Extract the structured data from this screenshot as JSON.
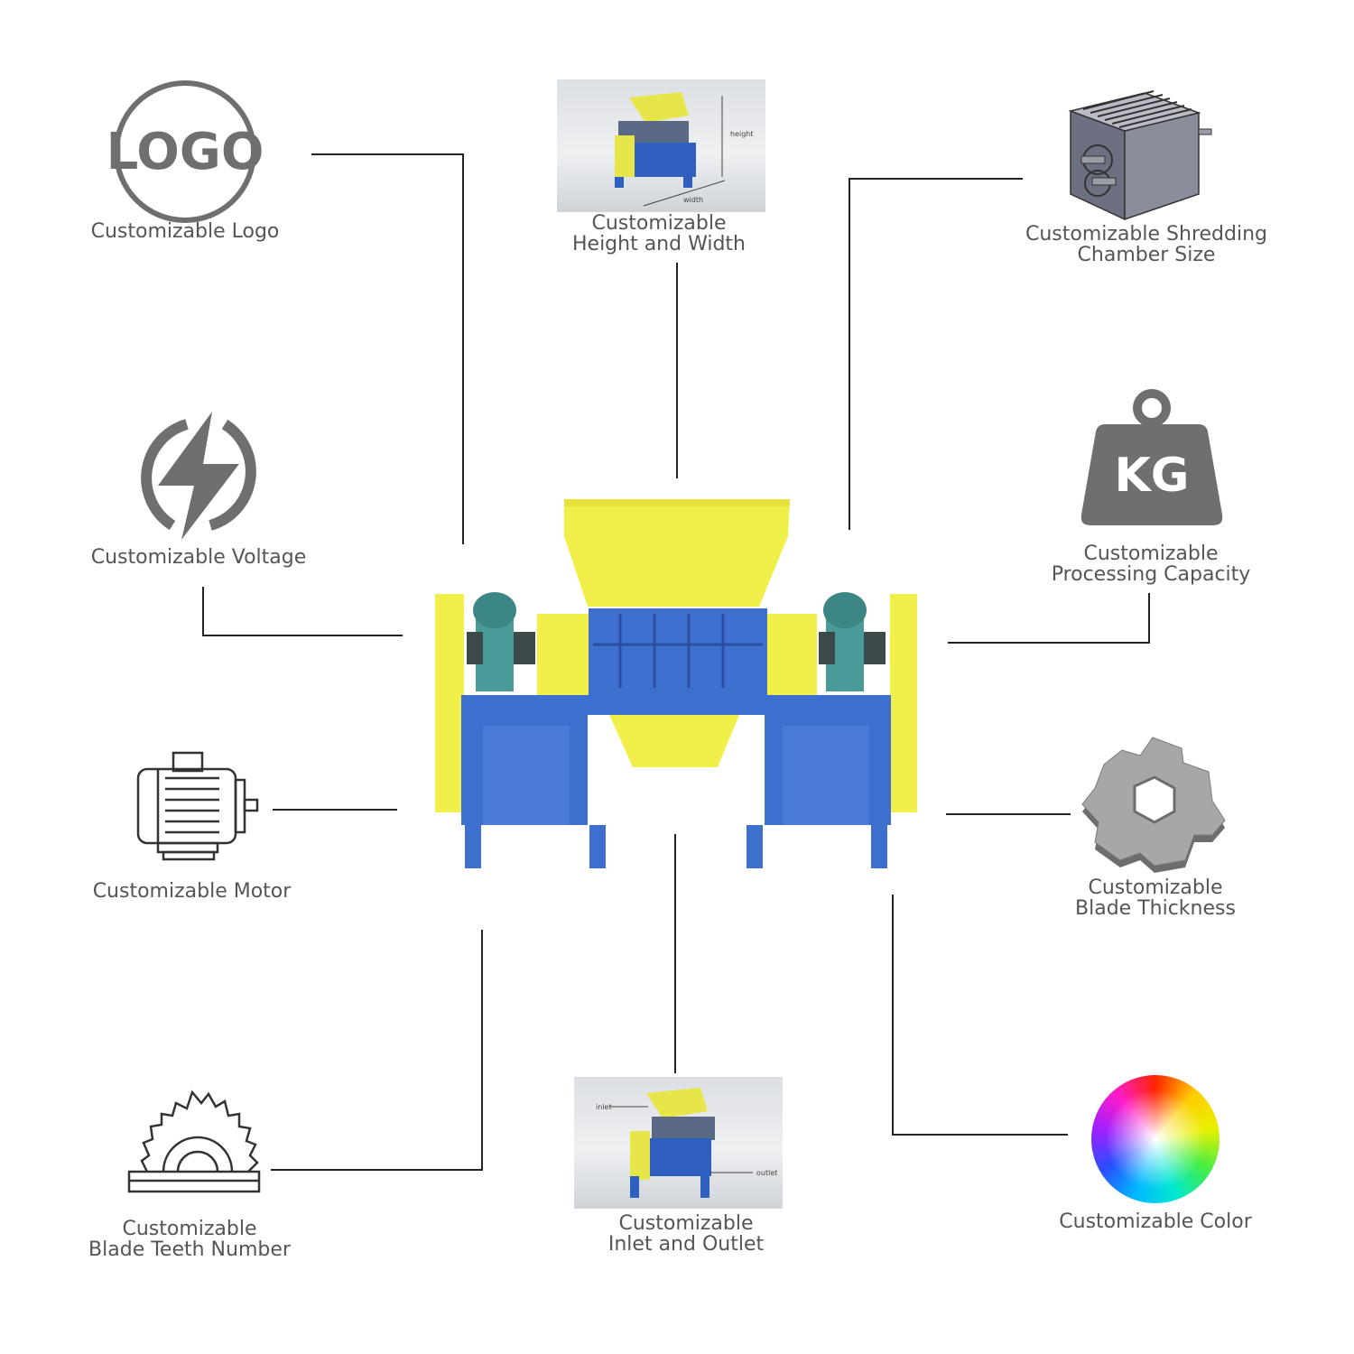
{
  "features": {
    "logo": {
      "label": "Customizable Logo",
      "icon_text": "LOGO",
      "icon": "logo-badge-icon"
    },
    "height_width": {
      "line1": "Customizable",
      "line2": "Height and Width",
      "photo_label_height": "height",
      "photo_label_width": "width"
    },
    "chamber": {
      "line1": "Customizable Shredding",
      "line2": "Chamber Size",
      "icon": "shredding-chamber-icon"
    },
    "voltage": {
      "label": "Customizable Voltage",
      "icon": "lightning-bolt-icon"
    },
    "capacity": {
      "line1": "Customizable",
      "line2": "Processing Capacity",
      "icon_text": "KG",
      "icon": "weight-kg-icon"
    },
    "motor": {
      "label": "Customizable Motor",
      "icon": "electric-motor-icon"
    },
    "blade_thickness": {
      "line1": "Customizable",
      "line2": "Blade Thickness",
      "icon": "shredder-blade-icon"
    },
    "teeth": {
      "line1": "Customizable",
      "line2": "Blade Teeth Number",
      "icon": "saw-blade-icon"
    },
    "inlet_outlet": {
      "line1": "Customizable",
      "line2": "Inlet and Outlet",
      "photo_label_inlet": "inlet",
      "photo_label_outlet": "outlet"
    },
    "color": {
      "label": "Customizable Color",
      "icon": "color-wheel-icon"
    }
  },
  "colors": {
    "text": "#555555",
    "icon_gray": "#6f6f6f",
    "connector": "#222222",
    "machine_yellow": "#f1ef4a",
    "machine_blue": "#3d6fcf",
    "gearbox_teal": "#4a9a9a"
  },
  "center_image": {
    "icon": "twin-shaft-shredder-machine"
  }
}
